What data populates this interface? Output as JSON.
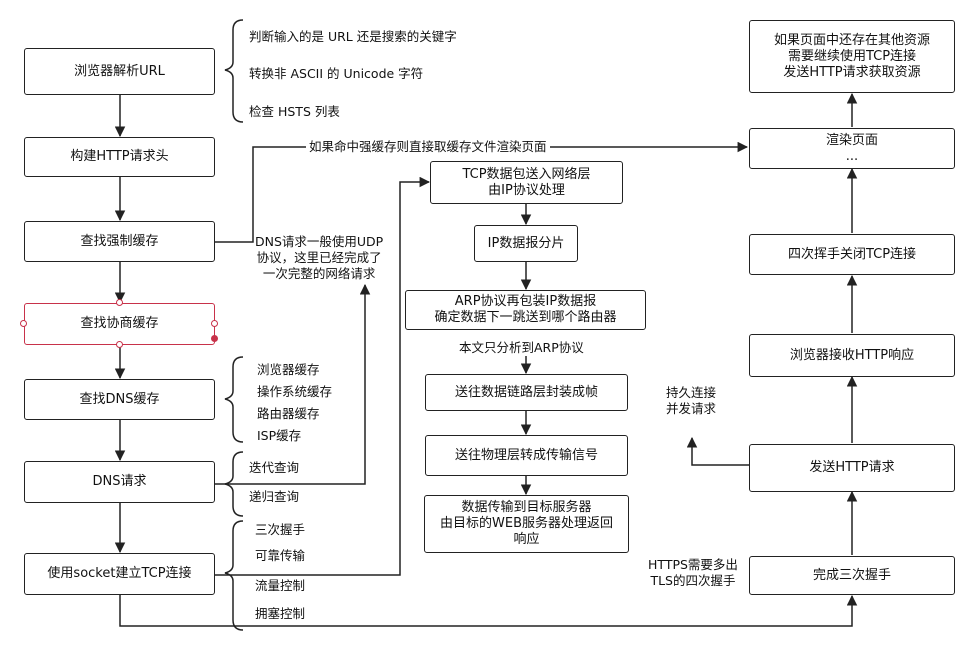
{
  "left_flow": {
    "parse_url": "浏览器解析URL",
    "build_header": "构建HTTP请求头",
    "strong_cache": "查找强制缓存",
    "negotiate_cache": "查找协商缓存",
    "dns_cache": "查找DNS缓存",
    "dns_request": "DNS请求",
    "tcp_connect": "使用socket建立TCP连接"
  },
  "notes": {
    "url_1": "判断输入的是 URL 还是搜索的关键字",
    "url_2": "转换非 ASCII 的 Unicode 字符",
    "url_3": "检查 HSTS 列表",
    "cache_hit": "如果命中强缓存则直接取缓存文件渲染页面",
    "dns_udp": "DNS请求一般使用UDP\n协议，这里已经完成了\n一次完整的网络请求",
    "dns_cache_1": "浏览器缓存",
    "dns_cache_2": "操作系统缓存",
    "dns_cache_3": "路由器缓存",
    "dns_cache_4": "ISP缓存",
    "dns_iter": "迭代查询",
    "dns_recur": "递归查询",
    "tcp_1": "三次握手",
    "tcp_2": "可靠传输",
    "tcp_3": "流量控制",
    "tcp_4": "拥塞控制",
    "arp_only": "本文只分析到ARP协议",
    "keep_alive": "持久连接\n并发请求",
    "https": "HTTPS需要多出\nTLS的四次握手"
  },
  "middle_flow": {
    "tcp_packet": "TCP数据包送入网络层\n由IP协议处理",
    "ip_frag": "IP数据报分片",
    "arp": "ARP协议再包装IP数据报\n确定数据下一跳送到哪个路由器",
    "link_layer": "送往数据链路层封装成帧",
    "physical": "送往物理层转成传输信号",
    "server": "数据传输到目标服务器\n由目标的WEB服务器处理返回\n响应"
  },
  "right_flow": {
    "resources": "如果页面中还存在其他资源\n需要继续使用TCP连接\n发送HTTP请求获取资源",
    "render": "渲染页面\n...",
    "close": "四次挥手关闭TCP连接",
    "receive": "浏览器接收HTTP响应",
    "send": "发送HTTP请求",
    "handshake_done": "完成三次握手"
  }
}
